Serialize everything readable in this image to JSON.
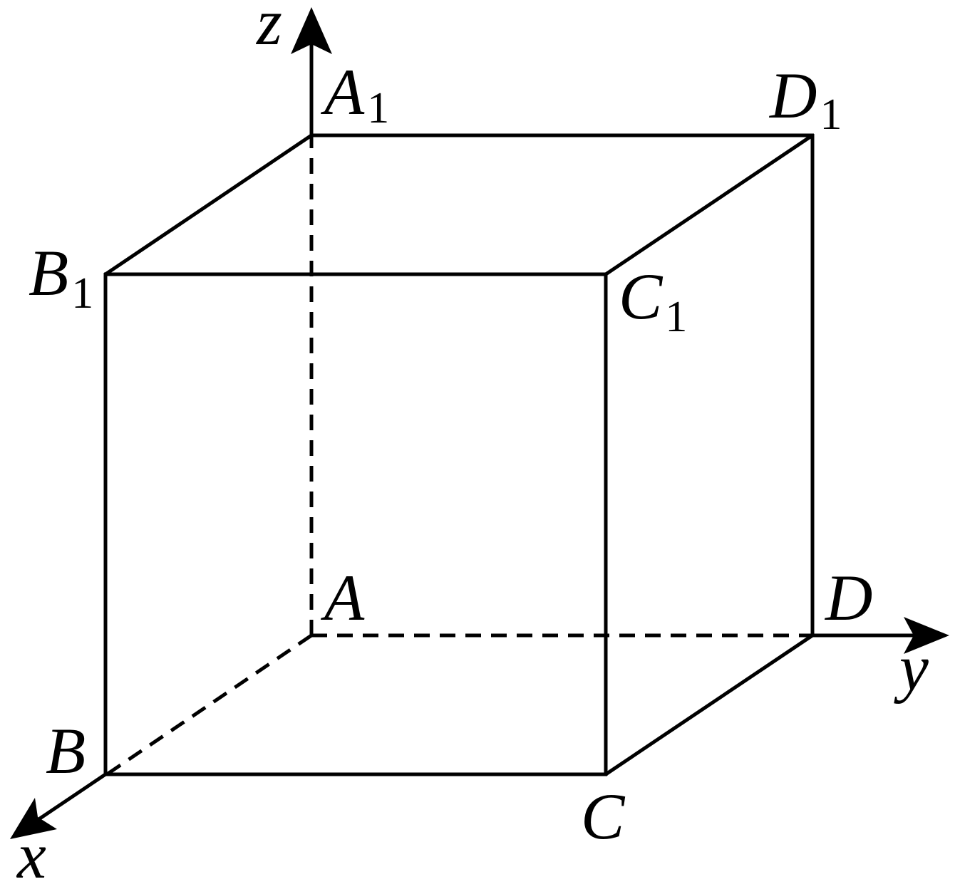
{
  "vertices": {
    "A1": {
      "letter": "A",
      "subscript": "1"
    },
    "D1": {
      "letter": "D",
      "subscript": "1"
    },
    "B1": {
      "letter": "B",
      "subscript": "1"
    },
    "C1": {
      "letter": "C",
      "subscript": "1"
    },
    "A": {
      "letter": "A",
      "subscript": ""
    },
    "D": {
      "letter": "D",
      "subscript": ""
    },
    "B": {
      "letter": "B",
      "subscript": ""
    },
    "C": {
      "letter": "C",
      "subscript": ""
    }
  },
  "axes": {
    "x": "x",
    "y": "y",
    "z": "z"
  },
  "colors": {
    "stroke": "#000000",
    "background": "#ffffff"
  }
}
